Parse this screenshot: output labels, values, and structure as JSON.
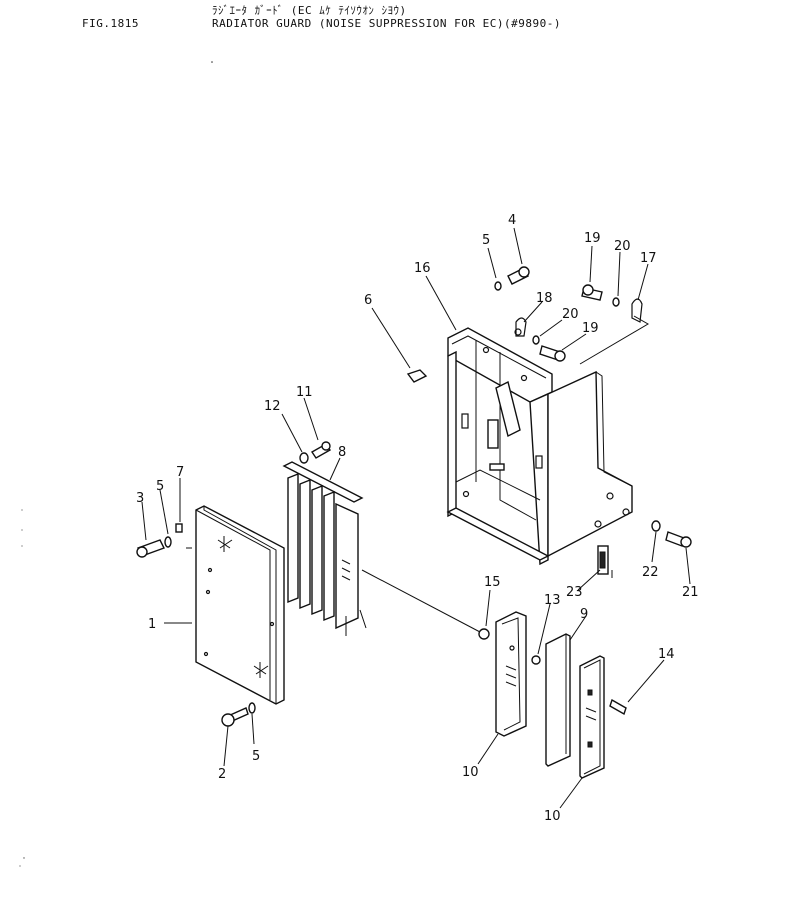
{
  "header": {
    "fig_number": "FIG.1815",
    "japanese_title": "ﾗｼﾞｴｰﾀ ｶﾞｰﾄﾞ (EC ﾑｹ ﾃｲｿｳｵﾝ ｼﾖｳ)",
    "title": "RADIATOR GUARD (NOISE SUPPRESSION FOR EC)(#9890-)"
  },
  "parts": {
    "p1": "1",
    "p2": "2",
    "p3": "3",
    "p4": "4",
    "p5a": "5",
    "p5b": "5",
    "p5c": "5",
    "p6": "6",
    "p7": "7",
    "p8": "8",
    "p9": "9",
    "p10a": "10",
    "p10b": "10",
    "p11": "11",
    "p12": "12",
    "p13": "13",
    "p14": "14",
    "p15": "15",
    "p16": "16",
    "p17": "17",
    "p18": "18",
    "p19a": "19",
    "p19b": "19",
    "p20a": "20",
    "p20b": "20",
    "p21": "21",
    "p22": "22",
    "p23": "23"
  }
}
